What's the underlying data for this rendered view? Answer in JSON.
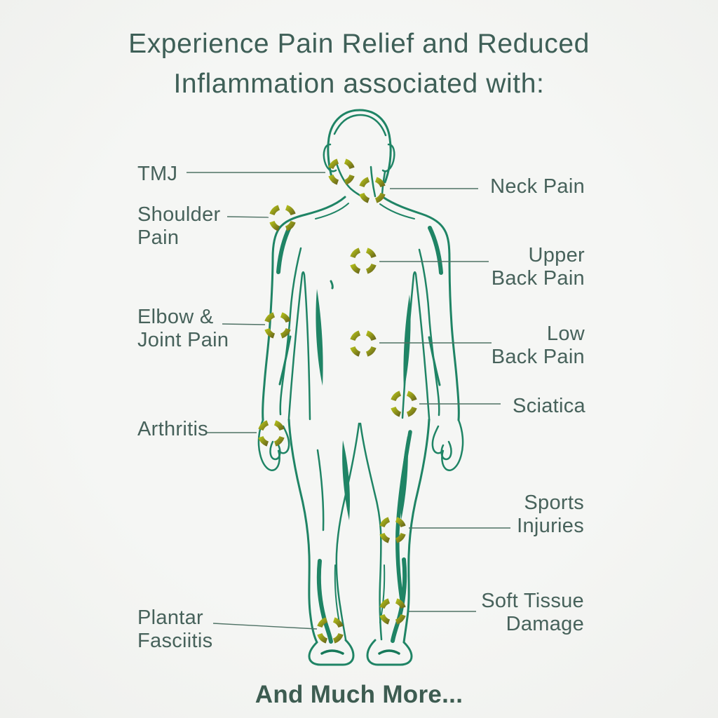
{
  "title": {
    "line1": "Experience Pain Relief and Reduced",
    "line2": "Inflammation associated with:"
  },
  "footer": {
    "text": "And Much More..."
  },
  "pain_points": [
    {
      "id": "tmj",
      "side": "left",
      "label_lines": [
        "TMJ"
      ]
    },
    {
      "id": "neck-pain",
      "side": "right",
      "label_lines": [
        "Neck Pain"
      ]
    },
    {
      "id": "shoulder-pain",
      "side": "left",
      "label_lines": [
        "Shoulder",
        "Pain"
      ]
    },
    {
      "id": "upper-back-pain",
      "side": "right",
      "label_lines": [
        "Upper",
        "Back Pain"
      ]
    },
    {
      "id": "elbow-joint-pain",
      "side": "left",
      "label_lines": [
        "Elbow &",
        "Joint Pain"
      ]
    },
    {
      "id": "low-back-pain",
      "side": "right",
      "label_lines": [
        "Low",
        "Back Pain"
      ]
    },
    {
      "id": "sciatica",
      "side": "right",
      "label_lines": [
        "Sciatica"
      ]
    },
    {
      "id": "arthritis",
      "side": "left",
      "label_lines": [
        "Arthritis"
      ]
    },
    {
      "id": "sports-injuries",
      "side": "right",
      "label_lines": [
        "Sports",
        "Injuries"
      ]
    },
    {
      "id": "soft-tissue-damage",
      "side": "right",
      "label_lines": [
        "Soft Tissue",
        "Damage"
      ]
    },
    {
      "id": "plantar-fasciitis",
      "side": "left",
      "label_lines": [
        "Plantar",
        "Fasciitis"
      ]
    }
  ],
  "colors": {
    "background": "#f3f4f1",
    "body_outline": "#1f8465",
    "body_outline_dark": "#17795a",
    "marker_gradient_start": "#aeb91b",
    "marker_gradient_end": "#6e6d1b",
    "leader_line": "#4f7265",
    "title_text": "#3e5f57",
    "label_text": "#47625b",
    "footer_text": "#3d5c51"
  }
}
